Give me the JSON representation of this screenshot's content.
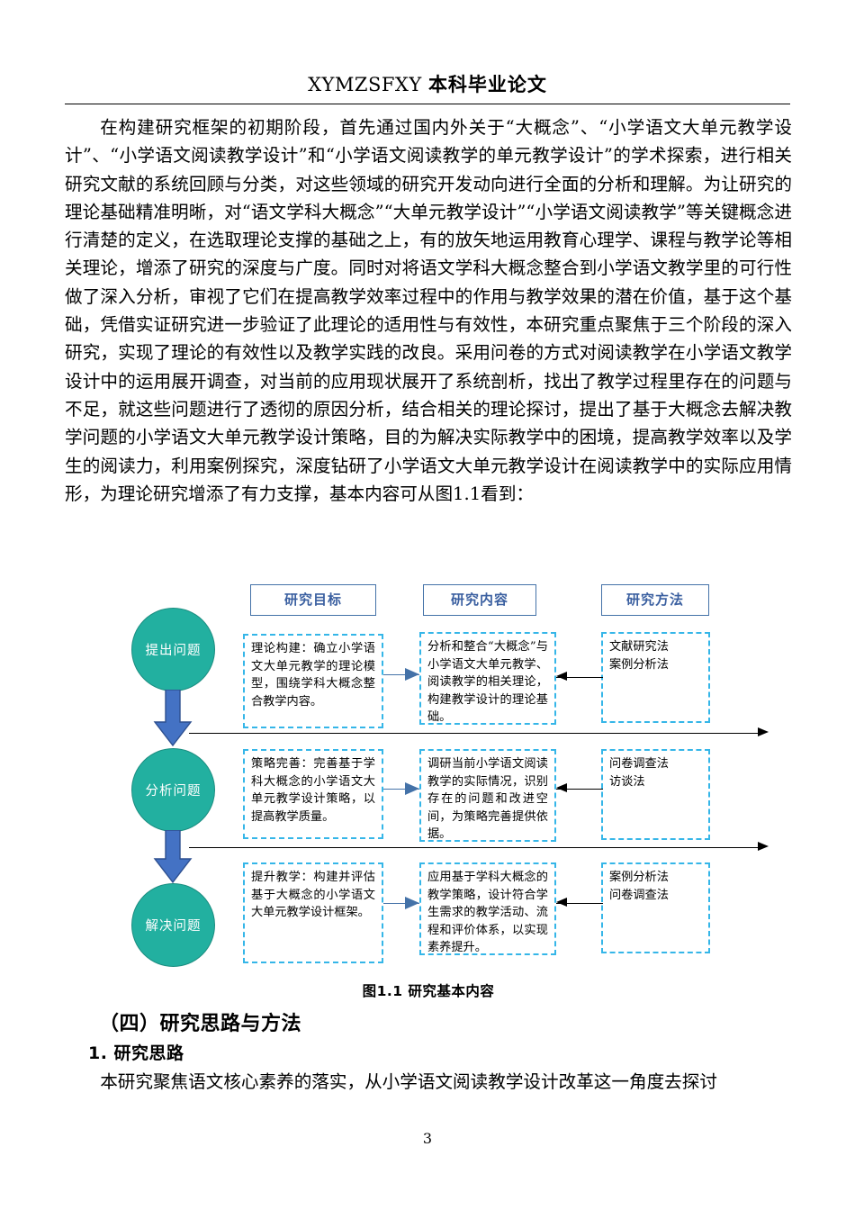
{
  "header": {
    "latin": "XYMZSFXY",
    "cjk": "本科毕业论文"
  },
  "body": {
    "paragraph_1": "在构建研究框架的初期阶段，首先通过国内外关于“大概念”、“小学语文大单元教学设计”、“小学语文阅读教学设计”和“小学语文阅读教学的单元教学设计”的学术探索，进行相关研究文献的系统回顾与分类，对这些领域的研究开发动向进行全面的分析和理解。为让研究的理论基础精准明晰，对“语文学科大概念”“大单元教学设计”“小学语文阅读教学”等关键概念进行清楚的定义，在选取理论支撑的基础之上，有的放矢地运用教育心理学、课程与教学论等相关理论，增添了研究的深度与广度。同时对将语文学科大概念整合到小学语文教学里的可行性做了深入分析，审视了它们在提高教学效率过程中的作用与教学效果的潜在价值，基于这个基础，凭借实证研究进一步验证了此理论的适用性与有效性，本研究重点聚焦于三个阶段的深入研究，实现了理论的有效性以及教学实践的改良。采用问卷的方式对阅读教学在小学语文教学设计中的运用展开调查，对当前的应用现状展开了系统剖析，找出了教学过程里存在的问题与不足，就这些问题进行了透彻的原因分析，结合相关的理论探讨，提出了基于大概念去解决教学问题的小学语文大单元教学设计策略，目的为解决实际教学中的困境，提高教学效率以及学生的阅读力，利用案例探究，深度钻研了小学语文大单元教学设计在阅读教学中的实际应用情形，为理论研究增添了有力支撑，基本内容可从图1.1看到：",
    "paragraph_2": "本研究聚焦语文核心素养的落实，从小学语文阅读教学设计改革这一角度去探讨"
  },
  "diagram": {
    "column_headers": [
      {
        "label": "研究目标"
      },
      {
        "label": "研究内容"
      },
      {
        "label": "研究方法"
      }
    ],
    "stages": [
      {
        "label": "提出问题"
      },
      {
        "label": "分析问题"
      },
      {
        "label": "解决问题"
      }
    ],
    "rows": [
      {
        "goal": "理论构建：确立小学语文大单元教学的理论模型，围绕学科大概念整合教学内容。",
        "content": "分析和整合“大概念”与小学语文大单元教学、阅读教学的相关理论，构建教学设计的理论基础。",
        "method": "文献研究法\n案例分析法"
      },
      {
        "goal": "策略完善：完善基于学科大概念的小学语文大单元教学设计策略，以提高教学质量。",
        "content": "调研当前小学语文阅读教学的实际情况，识别存在的问题和改进空间，为策略完善提供依据。",
        "method": "问卷调查法\n访谈法"
      },
      {
        "goal": "提升教学：构建并评估基于大概念的小学语文大单元教学设计框架。",
        "content": "应用基于学科大概念的教学策略，设计符合学生需求的教学活动、流程和评价体系，以实现素养提升。",
        "method": "案例分析法\n问卷调查法"
      }
    ],
    "colors": {
      "circle_fill": "#22b0a0",
      "box_border": "#35b6e8",
      "header_border": "#4472a8",
      "header_text": "#3a5fa0",
      "arrow_fill": "#4472c4"
    }
  },
  "figure_caption": "图1.1  研究基本内容",
  "headings": {
    "section": "（四）研究思路与方法",
    "subsection": "1. 研究思路"
  },
  "footer": {
    "page_number": "3"
  }
}
